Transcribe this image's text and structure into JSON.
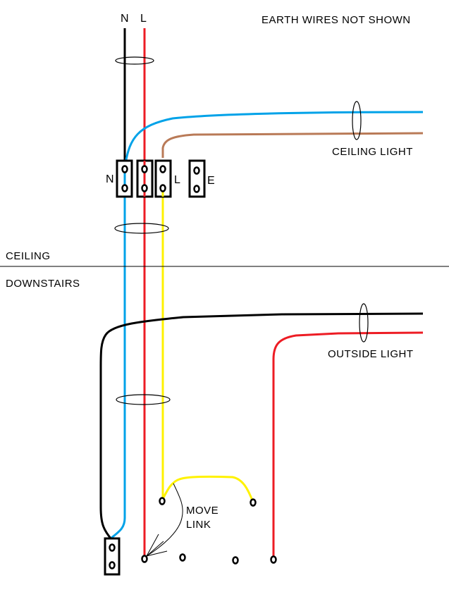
{
  "title_note": "EARTH WIRES NOT SHOWN",
  "supply_labels": {
    "neutral": "N",
    "live": "L"
  },
  "terminal_labels": {
    "neutral": "N",
    "live": "L",
    "earth": "E"
  },
  "zones": {
    "upper": "CEILING",
    "lower": "DOWNSTAIRS"
  },
  "loads": {
    "ceiling": "CEILING LIGHT",
    "outside": "OUTSIDE LIGHT"
  },
  "annotation": {
    "line1": "MOVE",
    "line2": "LINK"
  },
  "colors": {
    "black": "#000000",
    "red": "#ed1c24",
    "blue": "#00a2e8",
    "brown": "#b97a57",
    "yellow": "#fff200"
  }
}
